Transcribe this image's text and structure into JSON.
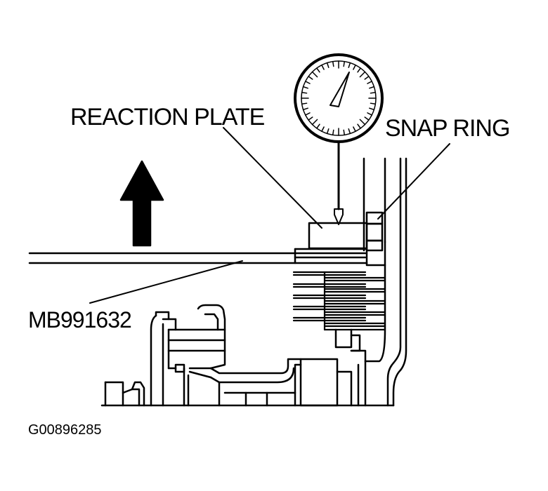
{
  "labels": {
    "reaction_plate": "REACTION PLATE",
    "snap_ring": "SNAP RING",
    "tool": "MB991632",
    "figure_id": "G00896285"
  },
  "colors": {
    "line": "#000000",
    "background": "#ffffff"
  },
  "icons": {
    "gauge": "dial-indicator-icon",
    "arrow": "up-arrow-icon"
  }
}
